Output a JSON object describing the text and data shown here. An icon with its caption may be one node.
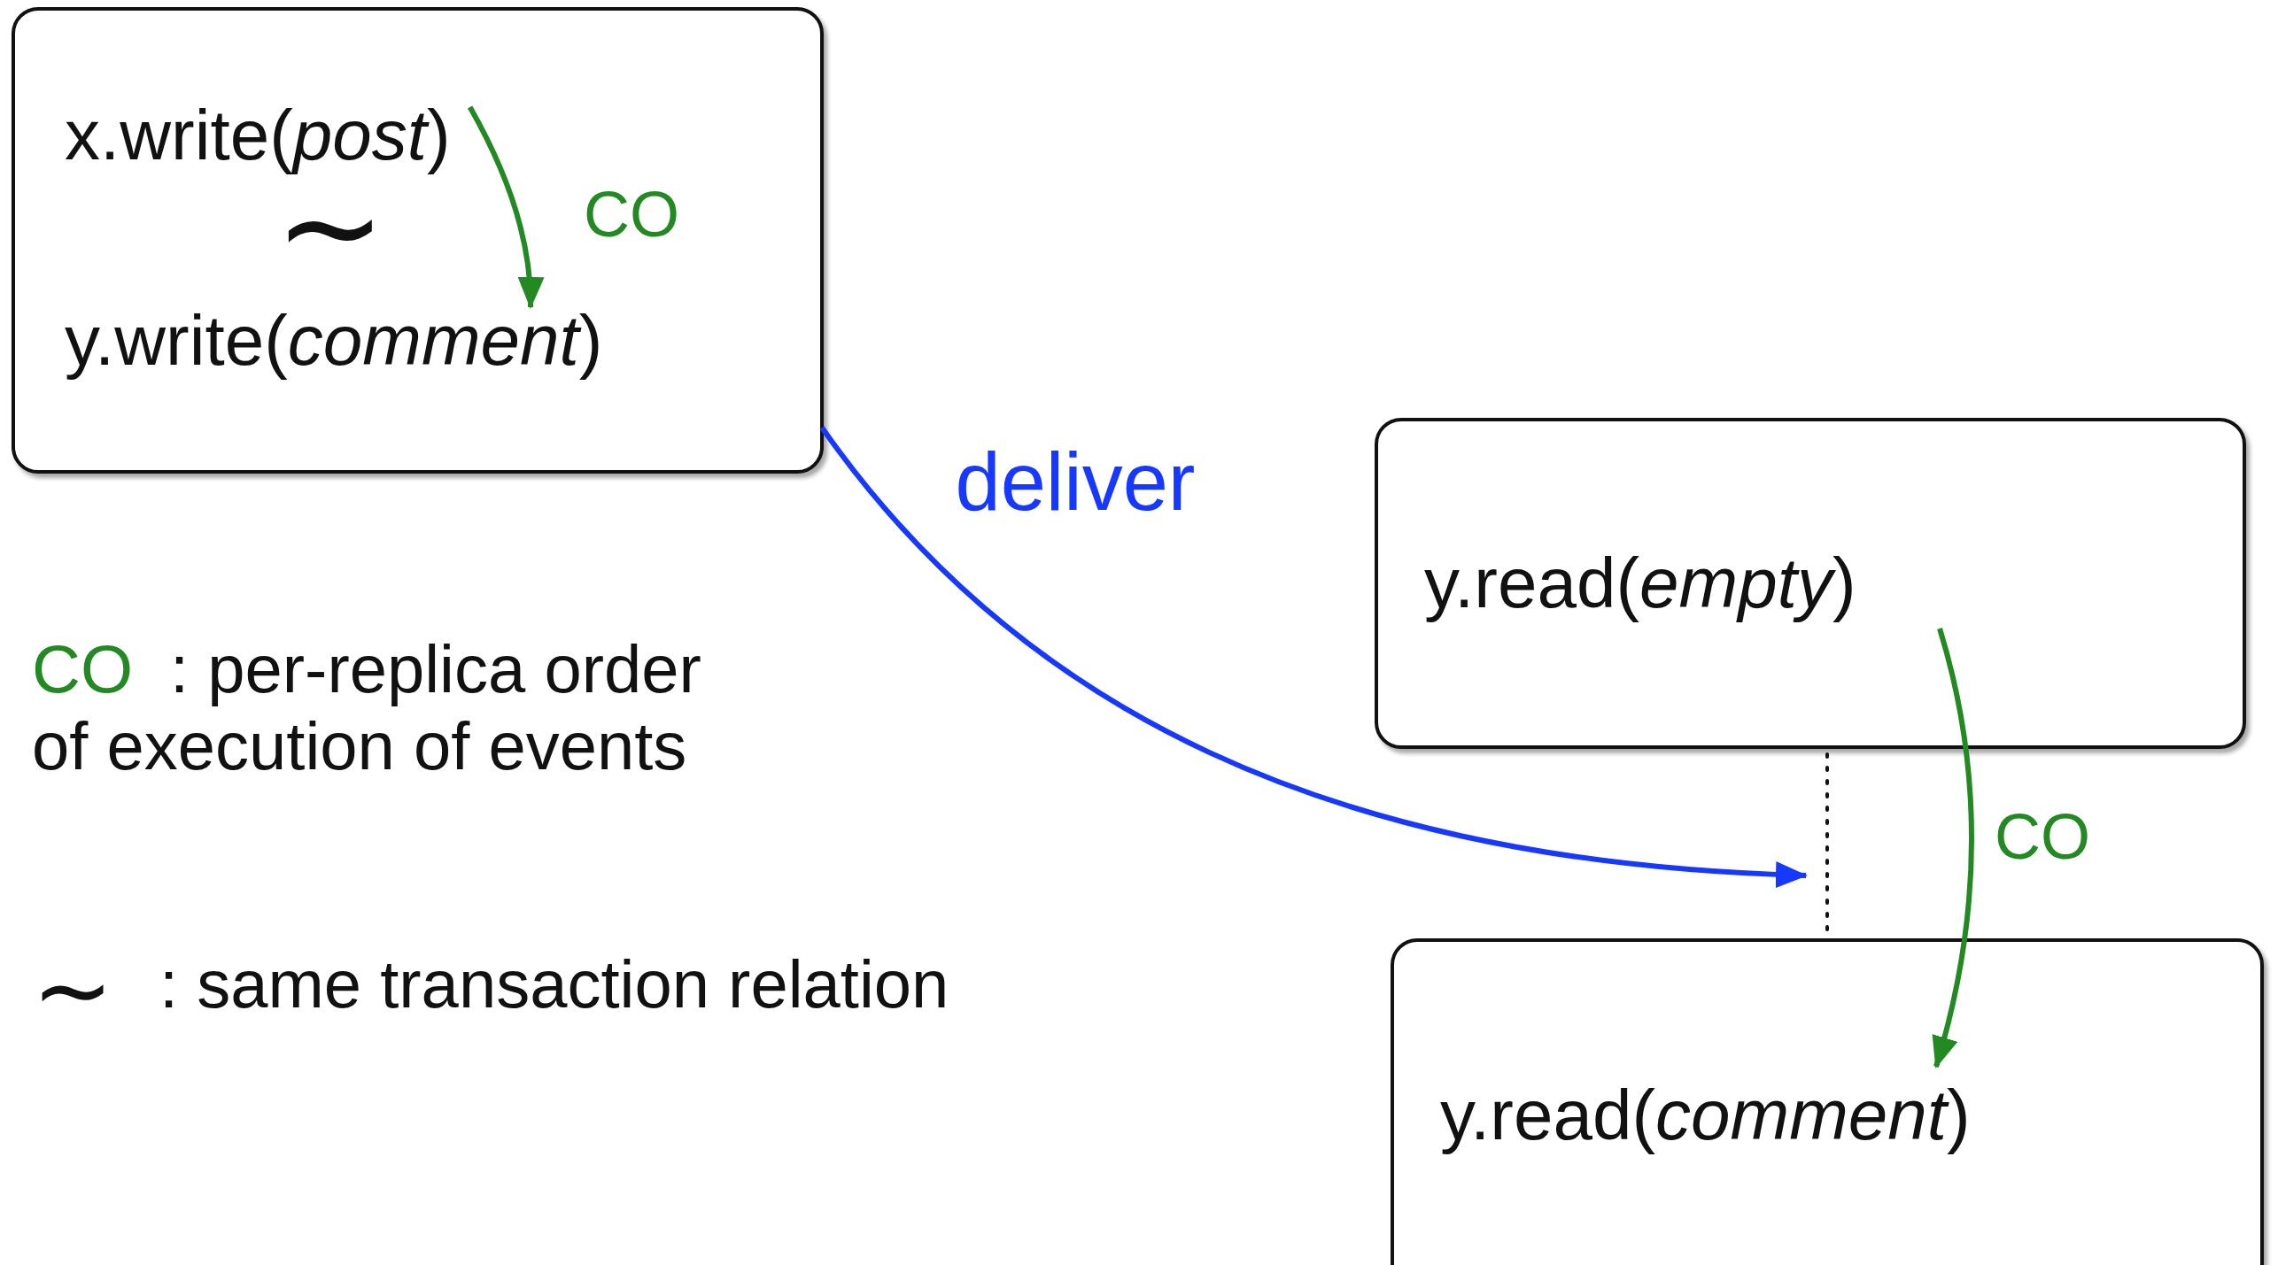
{
  "diagram": {
    "nodes": [
      {
        "text": [],
        "shape": "box"
      },
      {
        "text": [
          "x.write(*post*)"
        ],
        "in": 0
      },
      {
        "text": [
          "y.write(*comment*)"
        ],
        "in": 0
      },
      {
        "text": [
          "y.read(*empty*)"
        ]
      },
      {
        "text": [
          "y.read(*comment*)"
        ]
      }
    ],
    "edges": [
      {
        "from": 1,
        "to": 2,
        "arrow": "to",
        "label": "CO",
        "color": "#238a23"
      },
      {
        "from": 0,
        "to": 4,
        "arrow": "to",
        "label": "deliver",
        "color": "#1638ff"
      },
      {
        "from": 3,
        "to": 4,
        "arrow": "to",
        "label": "CO",
        "color": "#238a23"
      },
      {
        "from": 3,
        "to": 4,
        "arrow": "none",
        "style": "dashed",
        "color": "#111111"
      }
    ],
    "labels": [
      "∼",
      "CO",
      ": per-replica order of execution of events",
      "∼",
      ": same transaction relation"
    ]
  }
}
